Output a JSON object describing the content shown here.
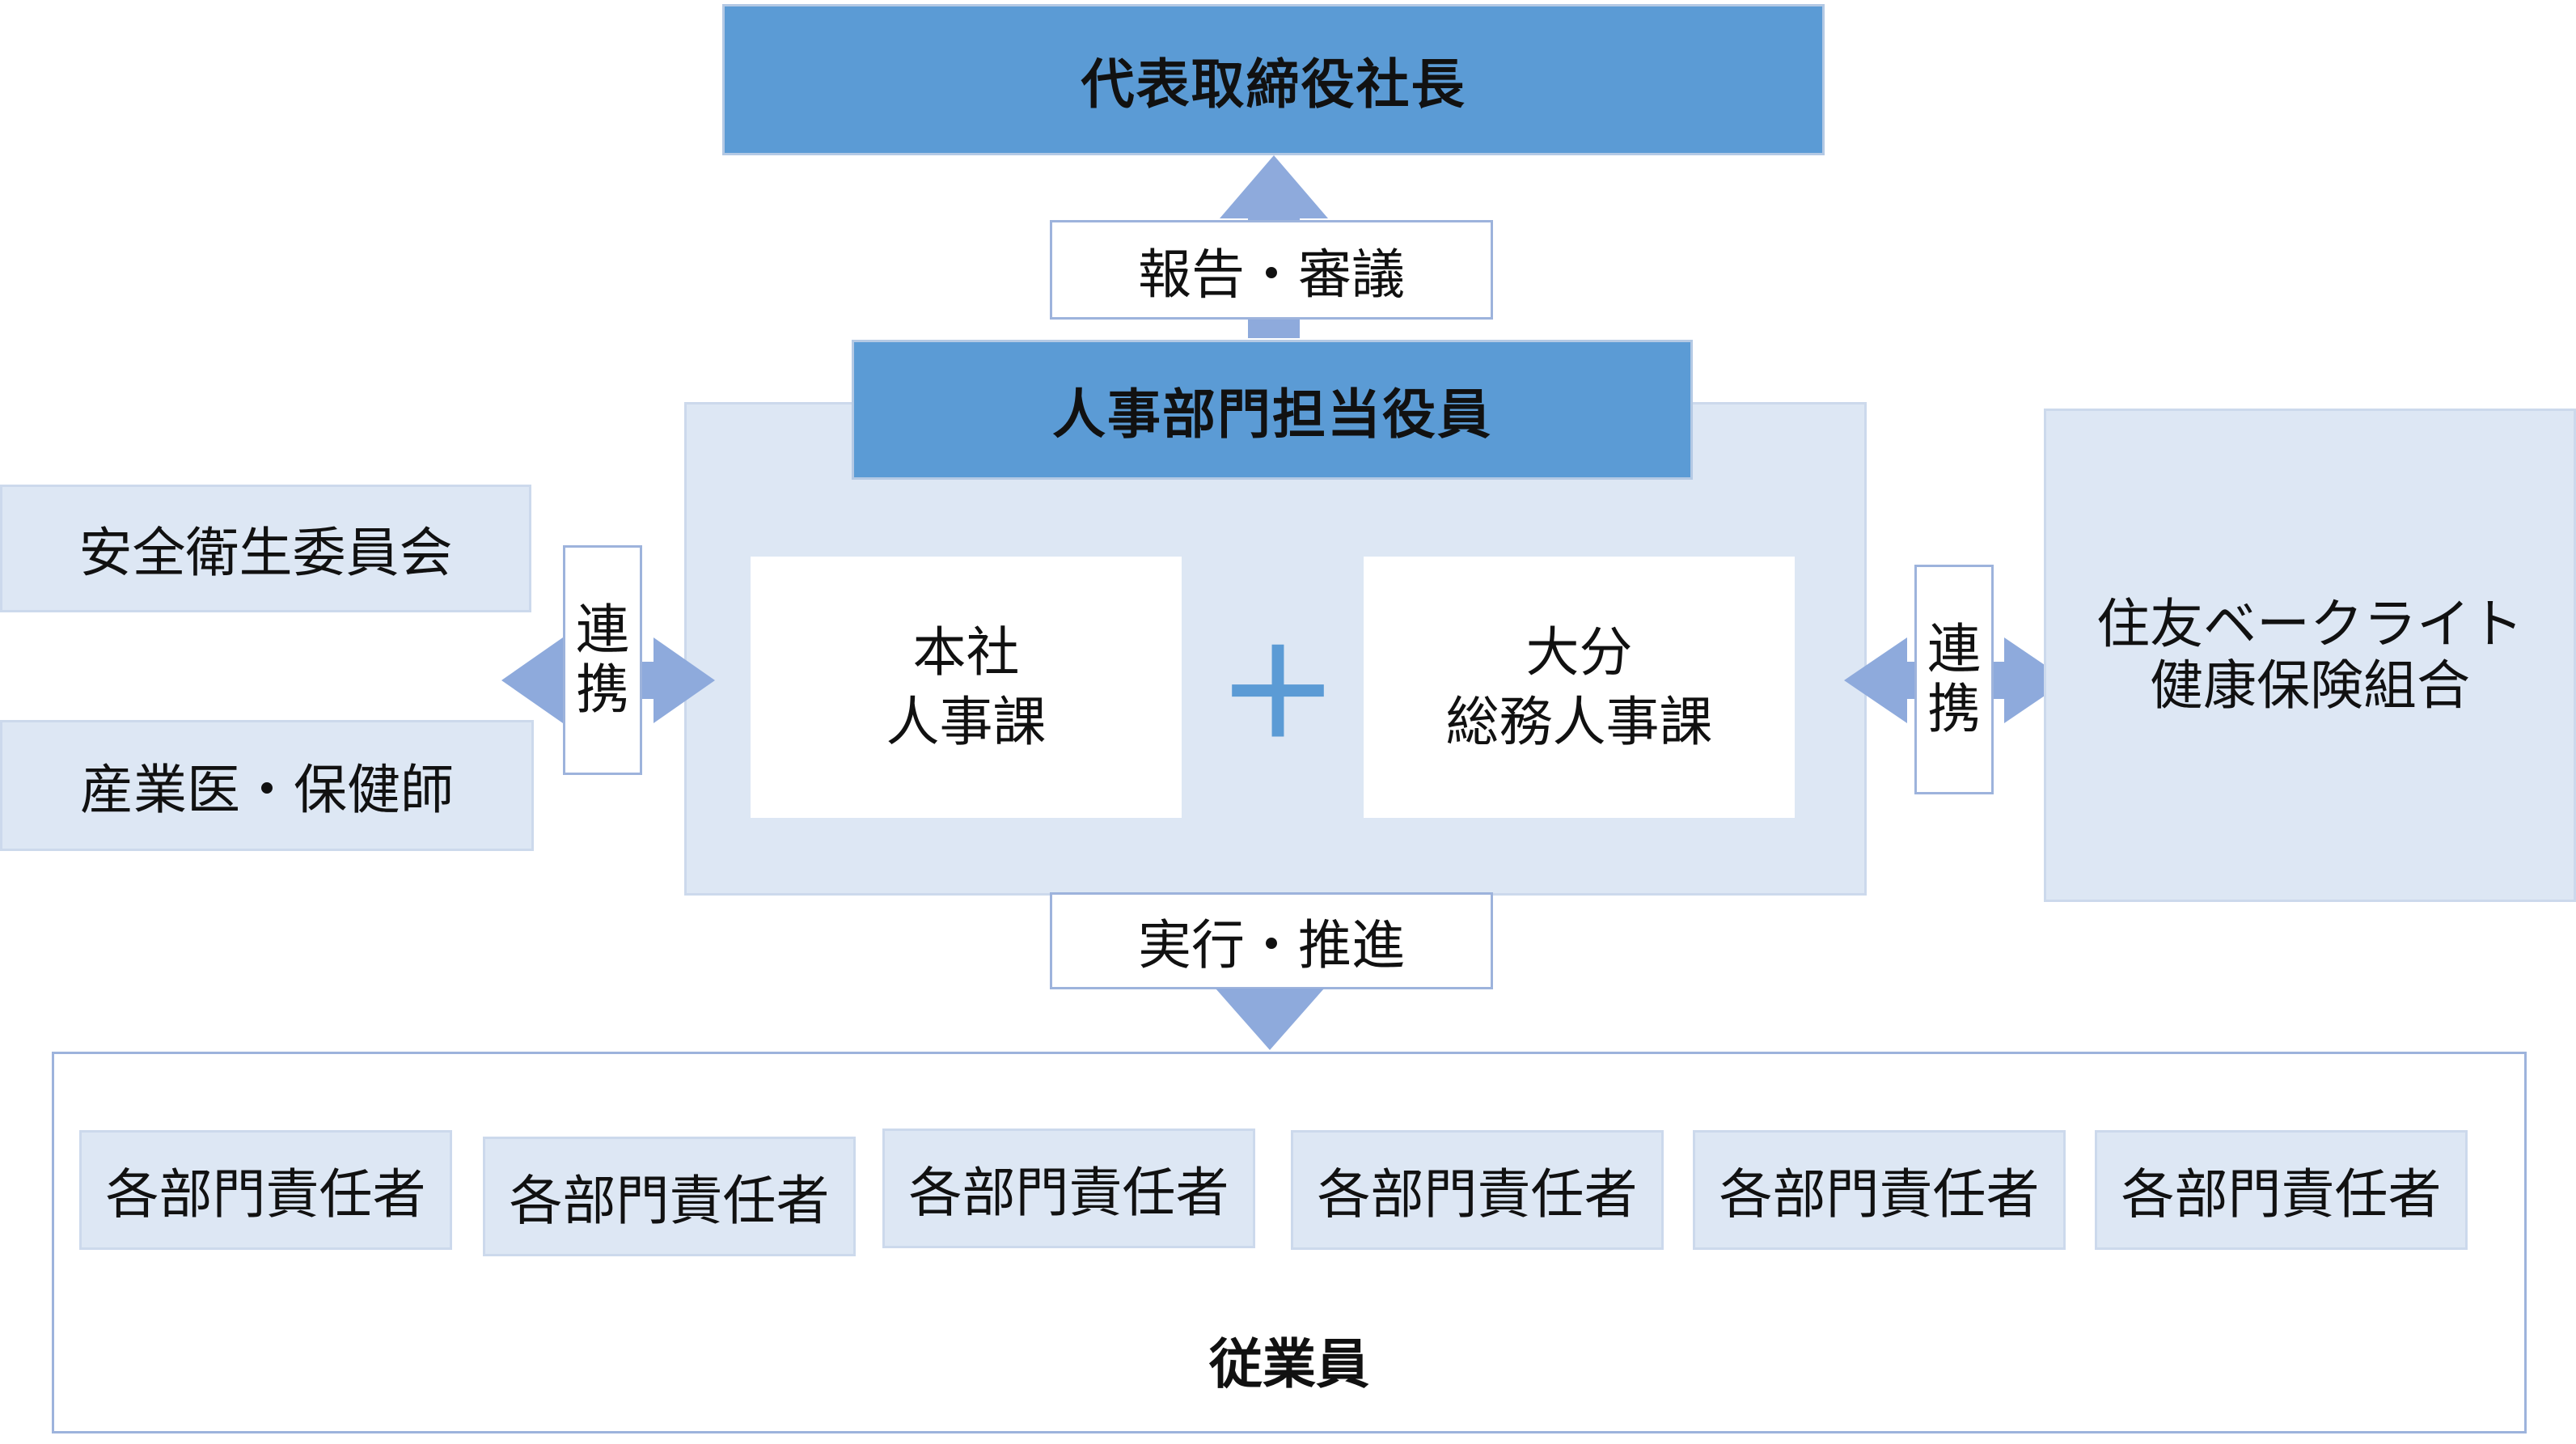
{
  "top": {
    "label": "代表取締役社長"
  },
  "report_label": "報告・審議",
  "center": {
    "header": "人事部門担当役員",
    "left_unit": {
      "line1": "本社",
      "line2": "人事課"
    },
    "plus": "＋",
    "right_unit": {
      "line1": "大分",
      "line2": "総務人事課"
    }
  },
  "left_side": {
    "committee": "安全衛生委員会",
    "doctors": "産業医・保健師",
    "link_label": {
      "line1": "連",
      "line2": "携"
    }
  },
  "right_side": {
    "union": {
      "line1": "住友ベークライト",
      "line2": "健康保険組合"
    },
    "link_label": {
      "line1": "連",
      "line2": "携"
    }
  },
  "execute_label": "実行・推進",
  "employees": {
    "title": "従業員",
    "managers": [
      "各部門責任者",
      "各部門責任者",
      "各部門責任者",
      "各部門責任者",
      "各部門責任者",
      "各部門責任者"
    ]
  },
  "colors": {
    "dark_box": "#5b9bd5",
    "light_box": "#dde7f4",
    "arrow": "#8eaadc",
    "plus": "#5b9bd5",
    "border": "#9db3dc"
  }
}
